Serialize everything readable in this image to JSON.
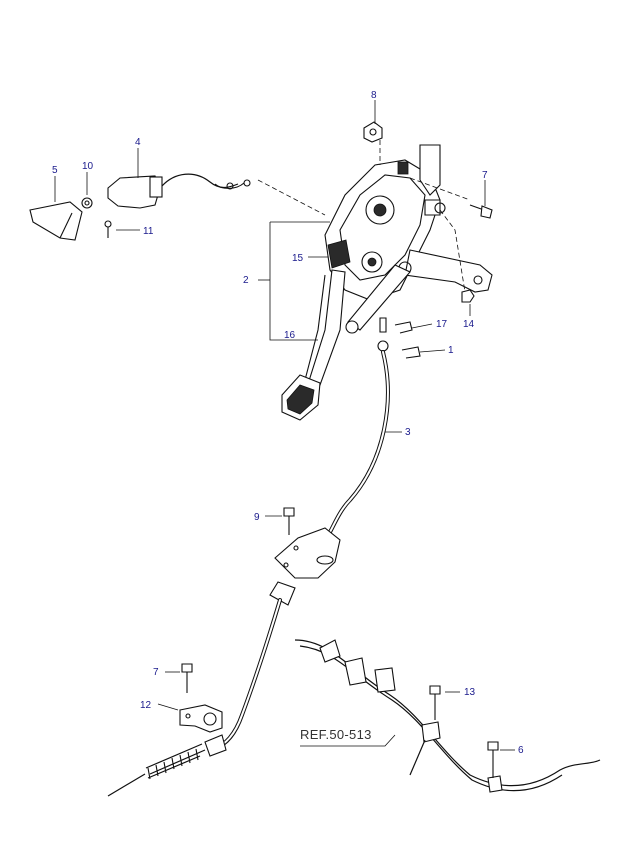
{
  "ref": "REF.50-513",
  "callouts": {
    "c1": "1",
    "c2": "2",
    "c3": "3",
    "c4": "4",
    "c5": "5",
    "c6": "6",
    "c7a": "7",
    "c7b": "7",
    "c8": "8",
    "c9": "9",
    "c10": "10",
    "c11": "11",
    "c12": "12",
    "c13": "13",
    "c14": "14",
    "c15": "15",
    "c16": "16",
    "c17": "17"
  },
  "colors": {
    "callout": "#1a1a8c",
    "line": "#111111"
  }
}
